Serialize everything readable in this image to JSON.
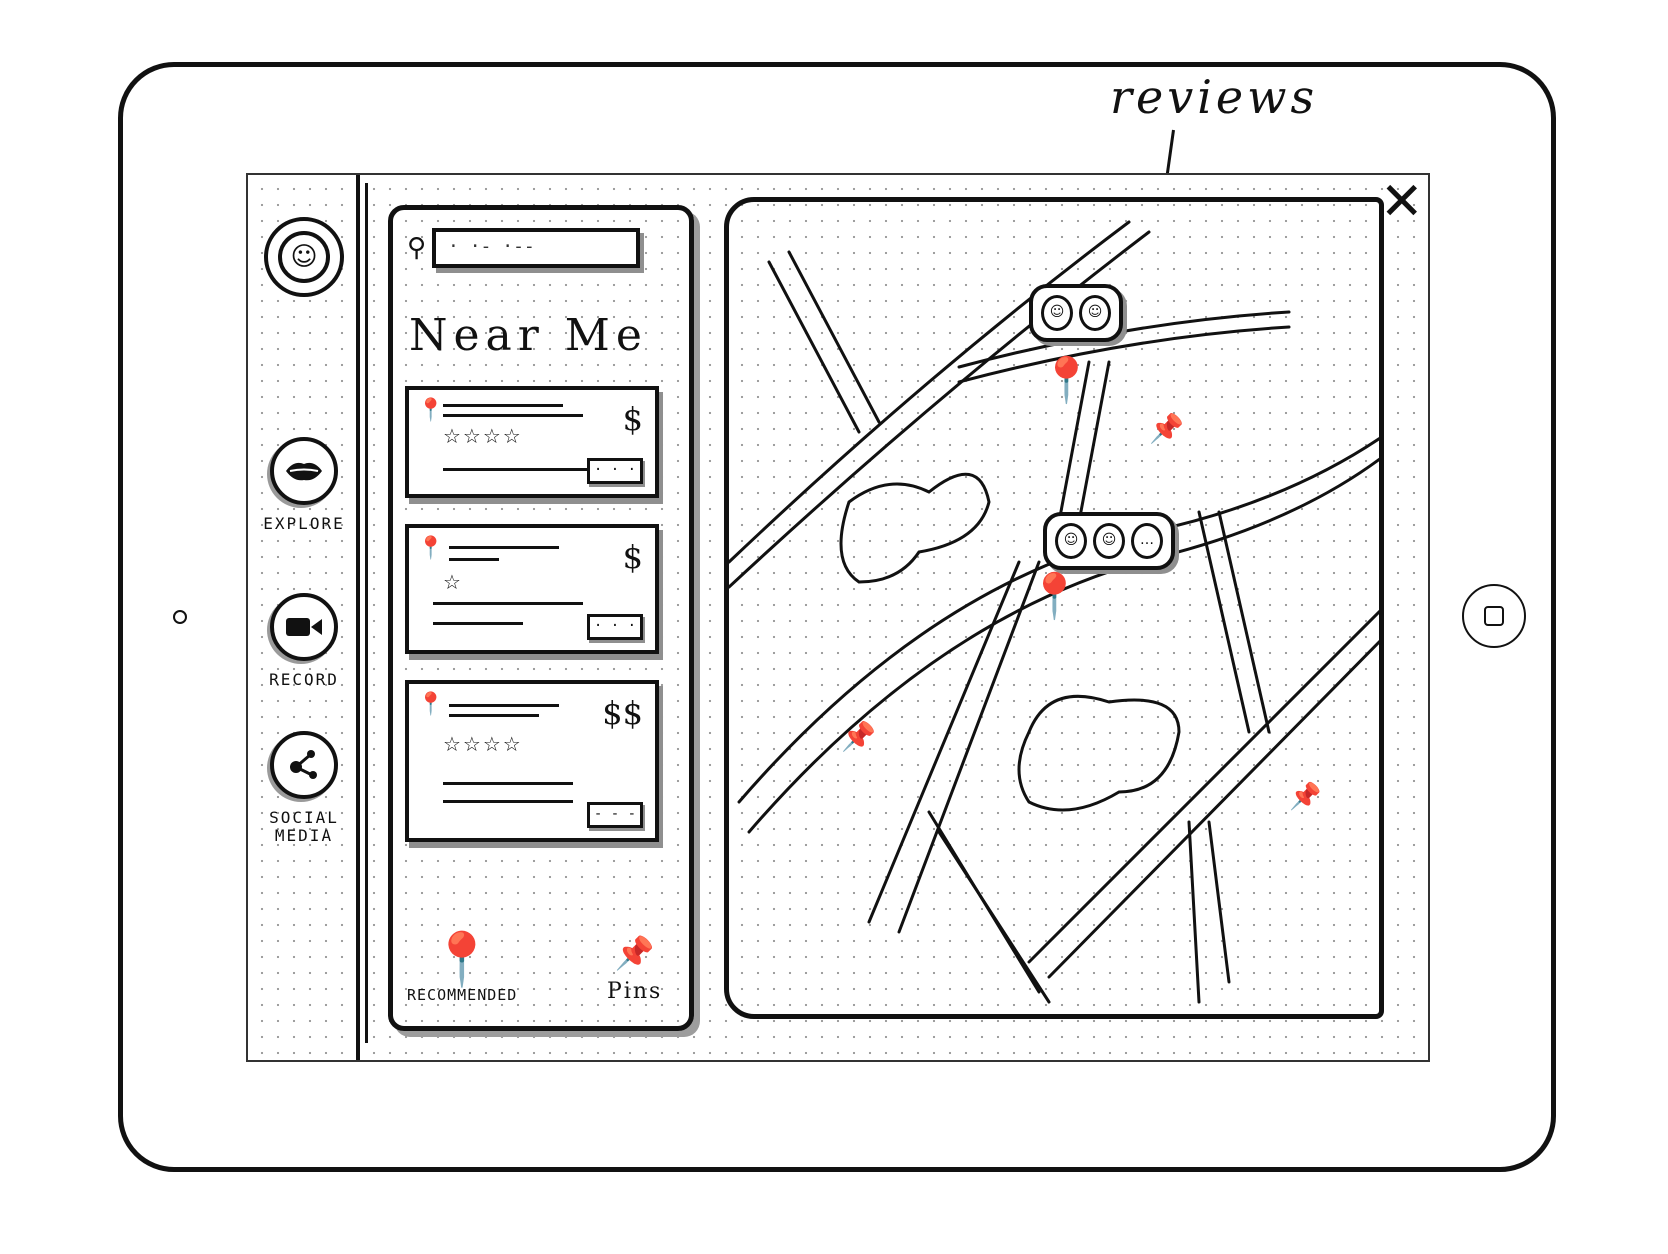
{
  "nav": {
    "avatar_icon": "smiley-icon",
    "avatar_glyph": "☺",
    "items": [
      {
        "label": "EXPLORE",
        "icon": "lips-icon"
      },
      {
        "label": "RECORD",
        "icon": "video-camera-icon"
      },
      {
        "label": "SOCIAL\nMEDIA",
        "icon": "share-icon"
      }
    ]
  },
  "panel": {
    "search_placeholder": "· ·- ·--",
    "title": "Near Me",
    "cards": [
      {
        "stars": "☆☆☆☆",
        "price": "$",
        "more": "· · ·"
      },
      {
        "stars": "☆",
        "price": "$",
        "more": "· · ·"
      },
      {
        "stars": "☆☆☆☆",
        "price": "$$",
        "more": "- - -"
      }
    ],
    "tabs": {
      "recommended": "RECOMMENDED",
      "pins": "Pins"
    }
  },
  "map": {
    "annotation": "reviews",
    "bubbles": [
      {
        "faces": [
          "☺",
          "☺"
        ]
      },
      {
        "faces": [
          "☺",
          "☺",
          "…"
        ]
      }
    ]
  },
  "colors": {
    "ink": "#111111",
    "shadow": "#8f8f8f",
    "dots": "#9a9a9a"
  }
}
